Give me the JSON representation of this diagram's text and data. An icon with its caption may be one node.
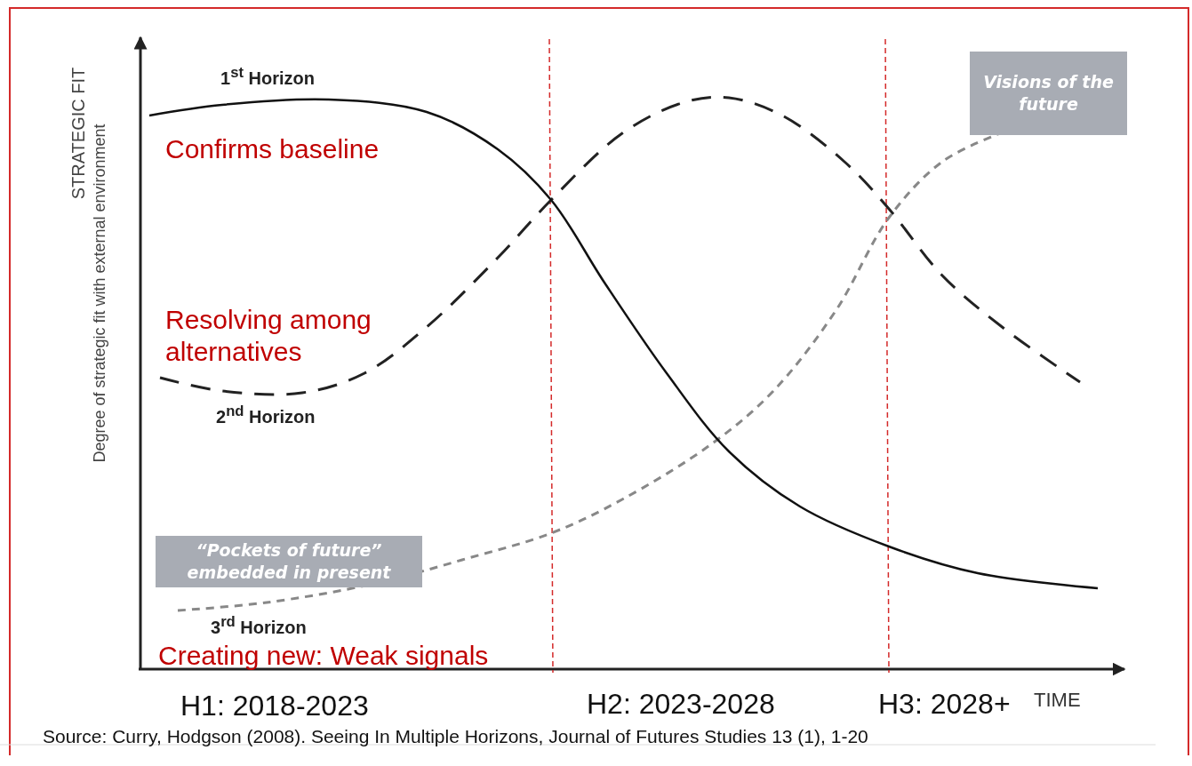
{
  "diagram": {
    "nodes": [
      {
        "text": [
          "“Pockets of future” embedded in present"
        ]
      },
      {
        "text": [
          "Visions of the future"
        ]
      }
    ],
    "labels": [
      "STRATEGIC FIT",
      "Degree of strategic fit with external environment",
      "1$^{st}$ Horizon",
      "Confirms baseline",
      "Resolving among alternatives",
      "2$^{nd}$ Horizon",
      "3$^{rd}$ Horizon",
      "Creating new: Weak signals",
      "H1: 2018-2023",
      "H2: 2023-2028",
      "H3: 2028+",
      "TIME"
    ],
    "caption": "Source: Curry, Hodgson (2008). Seeing In Multiple Horizons, Journal of Futures Studies 13 (1), 1-20"
  }
}
